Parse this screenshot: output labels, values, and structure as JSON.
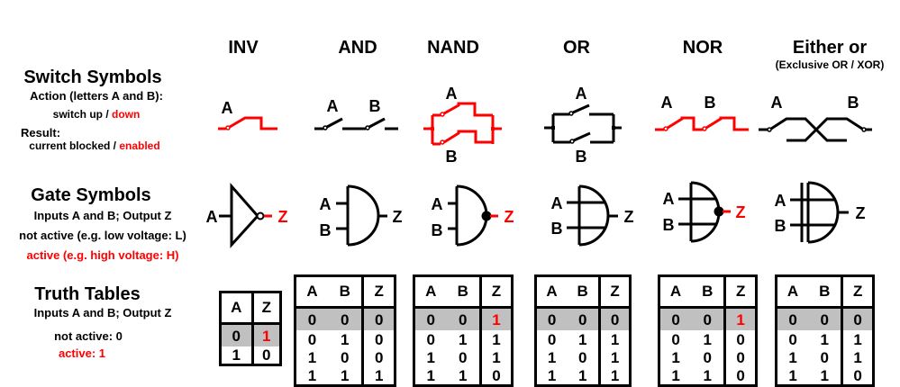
{
  "colors": {
    "active": "#ff0000",
    "inactive": "#000000",
    "highlight_row": "#c0c0c0"
  },
  "headers": {
    "inv": "INV",
    "and": "AND",
    "nand": "NAND",
    "or": "OR",
    "nor": "NOR",
    "xor": "Either or",
    "xor_sub": "(Exclusive OR / XOR)"
  },
  "left": {
    "switch_title": "Switch Symbols",
    "action": "Action (letters A and B):",
    "switch_up": "switch up / ",
    "switch_down": "down",
    "result": "Result:",
    "blocked": "current blocked / ",
    "enabled": "enabled",
    "gate_title": "Gate Symbols",
    "gate_io": "Inputs A and B;  Output Z",
    "not_active_v": "not active (e.g. low voltage: L)",
    "active_v": "active (e.g. high voltage: H)",
    "truth_title": "Truth Tables",
    "truth_io": "Inputs A and B;  Output Z",
    "not_active": "not active: 0",
    "active": "active: 1"
  },
  "labels": {
    "a": "A",
    "b": "B",
    "z": "Z"
  },
  "tables": [
    {
      "id": "inv",
      "cols": [
        "A",
        "Z"
      ],
      "rows": [
        [
          "0",
          "1"
        ],
        [
          "1",
          "0"
        ]
      ],
      "red_first_z": true
    },
    {
      "id": "and",
      "cols": [
        "A",
        "B",
        "Z"
      ],
      "rows": [
        [
          "0",
          "0",
          "0"
        ],
        [
          "0",
          "1",
          "0"
        ],
        [
          "1",
          "0",
          "0"
        ],
        [
          "1",
          "1",
          "1"
        ]
      ],
      "red_first_z": false
    },
    {
      "id": "nand",
      "cols": [
        "A",
        "B",
        "Z"
      ],
      "rows": [
        [
          "0",
          "0",
          "1"
        ],
        [
          "0",
          "1",
          "1"
        ],
        [
          "1",
          "0",
          "1"
        ],
        [
          "1",
          "1",
          "0"
        ]
      ],
      "red_first_z": true
    },
    {
      "id": "or",
      "cols": [
        "A",
        "B",
        "Z"
      ],
      "rows": [
        [
          "0",
          "0",
          "0"
        ],
        [
          "0",
          "1",
          "1"
        ],
        [
          "1",
          "0",
          "1"
        ],
        [
          "1",
          "1",
          "1"
        ]
      ],
      "red_first_z": false
    },
    {
      "id": "nor",
      "cols": [
        "A",
        "B",
        "Z"
      ],
      "rows": [
        [
          "0",
          "0",
          "1"
        ],
        [
          "0",
          "1",
          "0"
        ],
        [
          "1",
          "0",
          "0"
        ],
        [
          "1",
          "1",
          "0"
        ]
      ],
      "red_first_z": true
    },
    {
      "id": "xor",
      "cols": [
        "A",
        "B",
        "Z"
      ],
      "rows": [
        [
          "0",
          "0",
          "0"
        ],
        [
          "0",
          "1",
          "1"
        ],
        [
          "1",
          "0",
          "1"
        ],
        [
          "1",
          "1",
          "0"
        ]
      ],
      "red_first_z": false
    }
  ]
}
